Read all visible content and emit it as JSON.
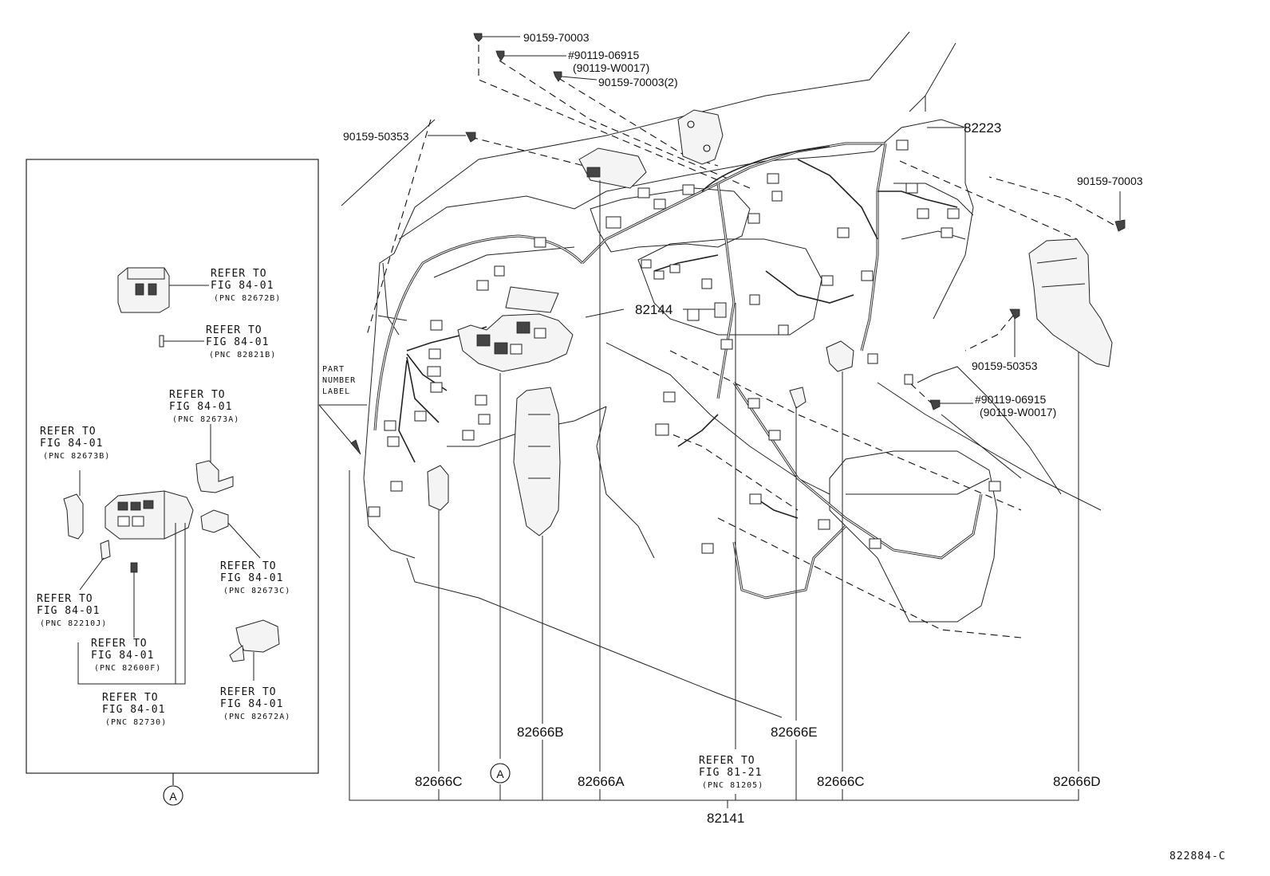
{
  "diagram_id": "822884-C",
  "callouts": {
    "bolt_top_1": "90159-70003",
    "bolt_top_2": "#90119-06915",
    "bolt_top_2b": "(90119-W0017)",
    "bolt_top_3": "90159-70003(2)",
    "bolt_left": "90159-50353",
    "p82223": "82223",
    "bolt_right_1": "90159-70003",
    "p82144": "82144",
    "bolt_right_2": "90159-50353",
    "bolt_right_3": "#90119-06915",
    "bolt_right_3b": "(90119-W0017)",
    "label_part": "PART",
    "label_number": "NUMBER",
    "label_label": "LABEL",
    "p82666B": "82666B",
    "p82666E": "82666E",
    "p82666C_left": "82666C",
    "circle_a": "A",
    "p82666A": "82666A",
    "refer_main_1": "REFER TO",
    "refer_main_2": "FIG 81-21",
    "refer_main_3": "(PNC 81205)",
    "p82666C_right": "82666C",
    "p82666D": "82666D",
    "p82141": "82141"
  },
  "inset": {
    "marker": "A",
    "refs": [
      {
        "l1": "REFER TO",
        "l2": "FIG 84-01",
        "l3": "(PNC 82672B)"
      },
      {
        "l1": "REFER TO",
        "l2": "FIG 84-01",
        "l3": "(PNC 82821B)"
      },
      {
        "l1": "REFER TO",
        "l2": "FIG 84-01",
        "l3": "(PNC 82673A)"
      },
      {
        "l1": "REFER TO",
        "l2": "FIG 84-01",
        "l3": "(PNC 82673B)"
      },
      {
        "l1": "REFER TO",
        "l2": "FIG 84-01",
        "l3": "(PNC 82673C)"
      },
      {
        "l1": "REFER TO",
        "l2": "FIG 84-01",
        "l3": "(PNC 82210J)"
      },
      {
        "l1": "REFER TO",
        "l2": "FIG 84-01",
        "l3": "(PNC 82600F)"
      },
      {
        "l1": "REFER TO",
        "l2": "FIG 84-01",
        "l3": "(PNC 82730)"
      },
      {
        "l1": "REFER TO",
        "l2": "FIG 84-01",
        "l3": "(PNC 82672A)"
      }
    ]
  }
}
